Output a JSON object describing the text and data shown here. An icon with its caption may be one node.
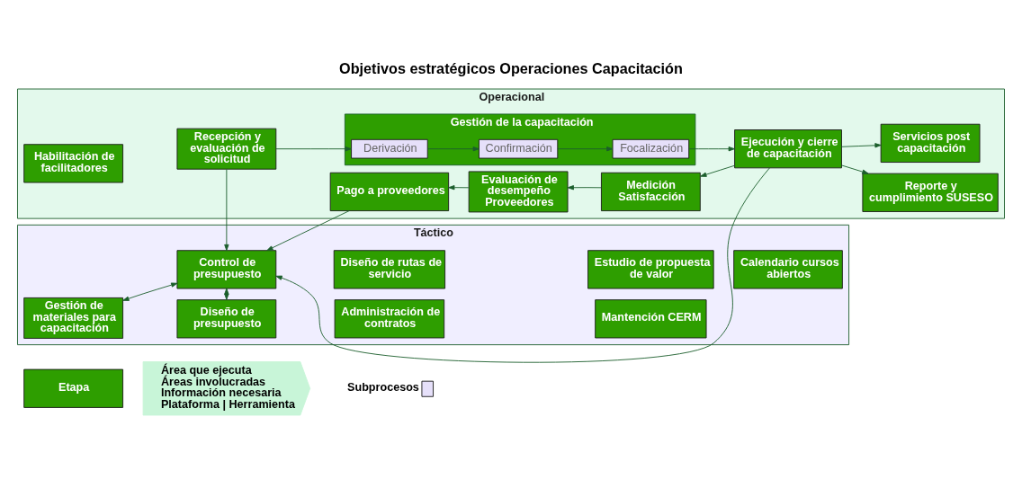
{
  "diagram": {
    "title": "Objetivos estratégicos Operaciones Capacitación",
    "nodes": [
      {
        "text": [
          "Táctico"
        ]
      },
      {
        "text": [
          "Administración de contratos"
        ],
        "in": 0
      },
      {
        "text": [
          "Estudio de propuesta de valor"
        ],
        "in": 0
      },
      {
        "text": [
          "Diseño de presupuesto"
        ],
        "in": 0
      },
      {
        "text": [
          "Diseño de rutas de servicio"
        ],
        "in": 0
      },
      {
        "text": [
          "Mantención CERM"
        ],
        "in": 0
      },
      {
        "text": [
          "Calendario cursos abiertos"
        ],
        "in": 0
      },
      {
        "text": [
          "Gestión de materiales para capacitación"
        ],
        "in": 0
      },
      {
        "text": [
          "Control de presupuesto"
        ],
        "in": 0
      },
      {
        "text": [
          "Operacional"
        ]
      },
      {
        "text": [
          "Habilitación de facilitadores"
        ],
        "in": 9
      },
      {
        "text": [
          "Pago a proveedores"
        ],
        "in": 9
      },
      {
        "text": [
          "Evaluación de desempeño Proveedores"
        ],
        "in": 9
      },
      {
        "text": [
          "Medición Satisfacción"
        ],
        "in": 9
      },
      {
        "text": [
          "Reporte y cumplimiento SUSESO"
        ],
        "in": 9
      },
      {
        "text": [
          "Recepción y evaluación de solicitud"
        ],
        "in": 9
      },
      {
        "text": [
          "Gestión de la capacitación"
        ],
        "in": 9
      },
      {
        "text": [
          "Derivación"
        ],
        "in": 16
      },
      {
        "text": [
          "Confirmación"
        ],
        "in": 16
      },
      {
        "text": [
          "Focalización"
        ],
        "in": 16
      },
      {
        "text": [
          "Ejecución y cierre de capacitación"
        ],
        "in": 9
      },
      {
        "text": [
          "Servicios post capacitación"
        ],
        "in": 9
      },
      {
        "text": [
          "Etapa"
        ]
      },
      {
        "text": [
          "Área que ejecuta",
          "Áreas involucradas",
          "Información necesaria",
          "Plataforma | Herramienta"
        ]
      }
    ],
    "edges": [
      {
        "from": 3,
        "to": 8,
        "arrow": "both"
      },
      {
        "from": 7,
        "to": 8,
        "arrow": "both"
      },
      {
        "from": 11,
        "to": 8,
        "arrow": "to"
      },
      {
        "from": 15,
        "to": 8,
        "arrow": "to"
      },
      {
        "from": 20,
        "to": 8,
        "arrow": "to"
      },
      {
        "from": 20,
        "to": 13,
        "arrow": "to"
      },
      {
        "from": 20,
        "to": 14,
        "arrow": "to"
      },
      {
        "from": 13,
        "to": 12,
        "arrow": "to"
      },
      {
        "from": 12,
        "to": 11,
        "arrow": "to"
      },
      {
        "from": 15,
        "to": 17,
        "arrow": "to"
      },
      {
        "from": 17,
        "to": 18,
        "arrow": "to"
      },
      {
        "from": 18,
        "to": 19,
        "arrow": "to"
      },
      {
        "from": 19,
        "to": 20,
        "arrow": "to"
      },
      {
        "from": 20,
        "to": 21,
        "arrow": "to"
      }
    ],
    "legend": [
      {
        "text": "Subprocesos",
        "color": "#e6e0fa"
      }
    ]
  }
}
